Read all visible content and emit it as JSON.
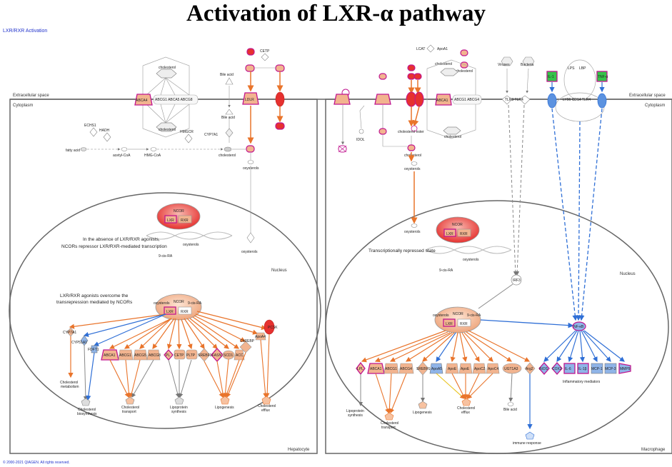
{
  "title": "Activation of LXR-α pathway",
  "subtitle": "LXR/RXR Activation",
  "copyright": "© 2000-2021 QIAGEN. All rights reserved.",
  "regions": {
    "extracellular_left": "Extracellular space",
    "cytoplasm_left": "Cytoplasm",
    "extracellular_right": "Extracellular space",
    "cytoplasm_right": "Cytoplasm",
    "nucleus_left": "Nucleus",
    "nucleus_right": "Nucleus",
    "hepatocyte": "Hepatocyte",
    "macrophage": "Macrophage"
  },
  "notes": {
    "left_absence_1": "In the absence of LXR/RXR agonists,",
    "left_absence_2": "NCORs repressor LXR/RXR-mediated transcription",
    "left_overcome_1": "LXR/RXR agonists overcome the",
    "left_overcome_2": "transrepression mediated by NCORs",
    "right_repressed": "Transcriptionally repressed state"
  },
  "left": {
    "top_labels": {
      "cholesterol_top": "cholesterol",
      "cholesterol_mid": "cholesterol",
      "abca4": "ABCA4",
      "abcg": "ABCG1 ABCA5 ABCG8",
      "cetp": "CETP",
      "bile_acid_1": "Bile acid",
      "bile_acid_2": "Bile acid",
      "cyp7a1": "CYP7A1",
      "hmgcr": "HMGCR",
      "echs1": "ECHS1",
      "hadh": "HADH",
      "fatty_acid": "fatty acid",
      "acetyl_coa": "acetyl-CoA",
      "hmg_coa": "HMG-CoA",
      "cholesterol_cyto": "cholesterol",
      "ldlr": "LDLR",
      "oxysterols_1": "oxysterols",
      "oxysterols_2": "oxysterols"
    },
    "nucleus": {
      "ncor_top": "NCOR",
      "lxr_top": "LXR",
      "rxr_top": "RXR",
      "oxysterols_top": "oxysterols",
      "cisra_top": "9-cis-RA",
      "ncor_mid": "NCOR",
      "oxysterols_mid": "oxysterols",
      "cisra_mid": "9-cis-RA",
      "lxr_mid": "LXR",
      "rxr_mid": "RXR"
    },
    "targets": [
      "CYP7A1",
      "CYP51A1",
      "FDFT1",
      "ABCA1",
      "ABCG1",
      "ABCG5",
      "ABCG8",
      "PL",
      "CETP",
      "PLTP",
      "SREBF1c",
      "FASN",
      "SCD1",
      "ACC",
      "ChREBP",
      "ApoA4",
      "PCSK"
    ],
    "outcomes": {
      "chol_metab_1": "Cholesterol",
      "chol_metab_2": "metabolism",
      "chol_bio_1": "Cholesterol",
      "chol_bio_2": "biosynthesis",
      "chol_trans_1": "Cholesterol",
      "chol_trans_2": "transport",
      "lipo_1": "Lipoprotein",
      "lipo_2": "synthesis",
      "lipogenesis": "Lipogenesis",
      "efflux_1": "Cholesterol",
      "efflux_2": "efflux"
    }
  },
  "right": {
    "top_labels": {
      "lcat": "LCAT",
      "apoa1": "ApoA1",
      "cholesterol_a": "cholesterol",
      "cholesterol_b": "cholesterol",
      "cholesterol_c": "cholesterol",
      "abca": "ABCA1",
      "abcg": "ABCG1 ABCG4",
      "viruses": "Viruses",
      "bacteria": "Bacteria",
      "lps": "LPS",
      "lbp": "LBP",
      "tlr": "TLR3 TLR4",
      "ly96": "LY96 CD14 TLR4",
      "il1": "IL-1",
      "tnf": "TNF-α",
      "idol": "IDOL",
      "chol_ester": "cholesterol ester",
      "cholesterol_cyto": "cholesterol",
      "oxysterols_1": "oxysterols",
      "oxysterols_2": "oxysterols",
      "irf3": "IRF3",
      "nfkb": "NF-κB"
    },
    "nucleus": {
      "ncor_top": "NCOR",
      "lxr_top": "LXR",
      "rxr_top": "RXR",
      "oxysterols_top": "oxysterols",
      "cisra_top": "9-cis-RA",
      "ncor_mid": "NCOR",
      "oxysterols_mid": "oxysterols",
      "cisra_mid": "9-cis-RA",
      "lxr_mid": "LXR",
      "rxr_mid": "RXR"
    },
    "targets": [
      "LPL",
      "ABCA1",
      "ABCG1",
      "ABCG4",
      "SREBF1c",
      "ApoA5",
      "ApoE",
      "ApoC1",
      "ApoC2",
      "ApoC4",
      "UGT1A3",
      "Arg2",
      "iNOS",
      "COX2",
      "IL-6",
      "IL-1β",
      "MCP-1",
      "MCP-3",
      "MMP9"
    ],
    "outcomes": {
      "lipo_1": "Lipoprotein",
      "lipo_2": "synthesis",
      "chol_trans_1": "Cholesterol",
      "chol_trans_2": "transport",
      "lipogenesis": "Lipogenesis",
      "efflux_1": "Cholesterol",
      "efflux_2": "efflux",
      "bile_acid": "Bile acid",
      "inflam": "Inflammatory mediators",
      "immune": "immune response"
    }
  },
  "colors": {
    "activated_orange": "#e9742b",
    "inhibited_blue": "#2f6fd6",
    "salmon": "#f2b48f",
    "red": "#e6312f",
    "magenta": "#c0168f",
    "green": "#36c24a",
    "membrane_gray": "#666666"
  }
}
